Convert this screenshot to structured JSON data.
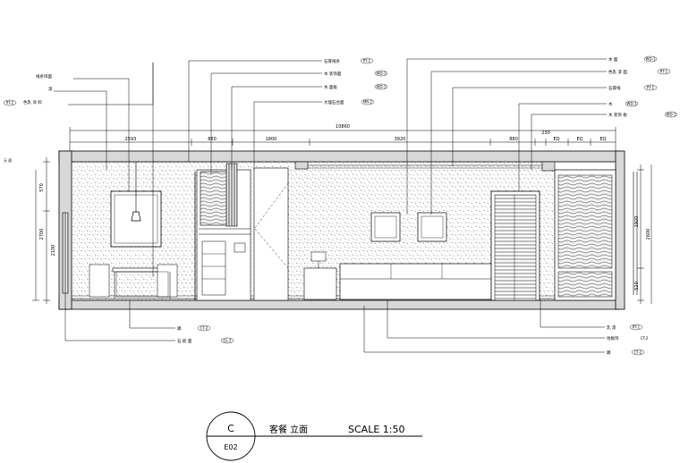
{
  "title_block": {
    "symbol_top": "C",
    "symbol_bottom": "E02",
    "title": "客餐 立面",
    "scale": "SCALE 1:50"
  },
  "top_dims": {
    "total": "10860",
    "segments": [
      "2593",
      "880",
      "1800",
      "3920",
      "880",
      "230",
      "EQ",
      "EQ",
      "EQ"
    ]
  },
  "left_dims": [
    "570",
    "2700",
    "2100"
  ],
  "right_dims": [
    "1920",
    "2600",
    "520"
  ],
  "annotations": {
    "left_top": [
      {
        "text": "线条饰面",
        "tag": ""
      },
      {
        "text": "漆",
        "tag": ""
      },
      {
        "text": "色乳 涂 料",
        "tag": "PT-2"
      }
    ],
    "center_top": [
      {
        "text": "石膏线条",
        "tag": "PT-1"
      },
      {
        "text": "木 装饰面",
        "tag": "WD-1"
      },
      {
        "text": "木 面板",
        "tag": "WD-1"
      },
      {
        "text": "大理石台面",
        "tag": "MR-2"
      }
    ],
    "right_top": [
      {
        "text": "木 面",
        "tag": "WD-1"
      },
      {
        "text": "色乳 漆 面",
        "tag": "PT-1"
      },
      {
        "text": "石膏线",
        "tag": "PT-1"
      },
      {
        "text": "木",
        "tag": "WD-1"
      },
      {
        "text": "木 装饰 板",
        "tag": "WD-1"
      }
    ],
    "bottom_left": [
      {
        "text": "踢",
        "tag": "CT-2"
      },
      {
        "text": "石 嵌 面",
        "tag": "GL-2"
      }
    ],
    "bottom_right": [
      {
        "text": "乳 漆",
        "tag": "PT-1"
      },
      {
        "text": "地板饰",
        "tag": "CT-2"
      },
      {
        "text": "踢",
        "tag": "CT-2"
      }
    ]
  },
  "legend": {
    "side_note": "天 面"
  }
}
